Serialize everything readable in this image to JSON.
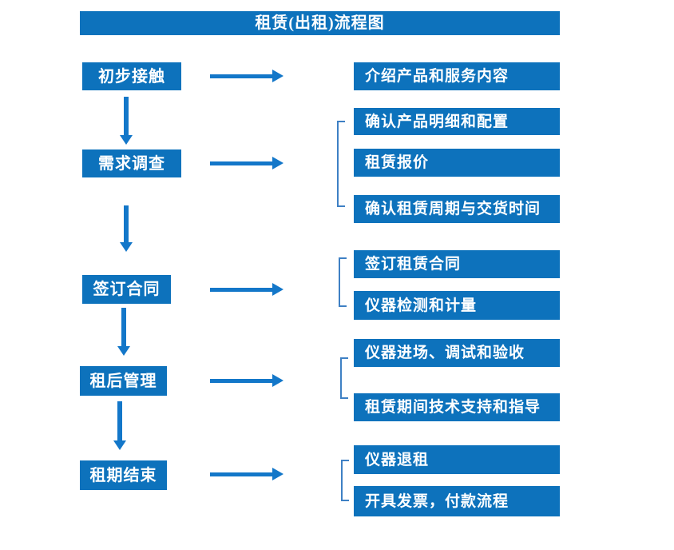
{
  "title": "租赁(出租)流程图",
  "colors": {
    "box_blue": "#0d72bc",
    "arrow_blue": "#1377c9",
    "bracket_blue": "#3e80c4",
    "text_white": "#ffffff",
    "background": "#ffffff"
  },
  "stages": [
    {
      "label": "初步接触"
    },
    {
      "label": "需求调查"
    },
    {
      "label": "签订合同"
    },
    {
      "label": "租后管理"
    },
    {
      "label": "租期结束"
    }
  ],
  "details": [
    {
      "label": "介绍产品和服务内容"
    },
    {
      "label": "确认产品明细和配置"
    },
    {
      "label": "租赁报价"
    },
    {
      "label": "确认租赁周期与交货时间"
    },
    {
      "label": "签订租赁合同"
    },
    {
      "label": "仪器检测和计量"
    },
    {
      "label": "仪器进场、调试和验收"
    },
    {
      "label": "租赁期间技术支持和指导"
    },
    {
      "label": "仪器退租"
    },
    {
      "label": "开具发票，付款流程"
    }
  ],
  "groups": [
    {
      "stage": "需求调查",
      "details_range": "确认产品明细和配置 — 确认租赁周期与交货时间"
    },
    {
      "stage": "签订合同",
      "details_range": "签订租赁合同 — 仪器检测和计量"
    },
    {
      "stage": "租后管理",
      "details_range": "仪器进场、调试和验收 — 租赁期间技术支持和指导"
    },
    {
      "stage": "租期结束",
      "details_range": "仪器退租 — 开具发票，付款流程"
    }
  ]
}
